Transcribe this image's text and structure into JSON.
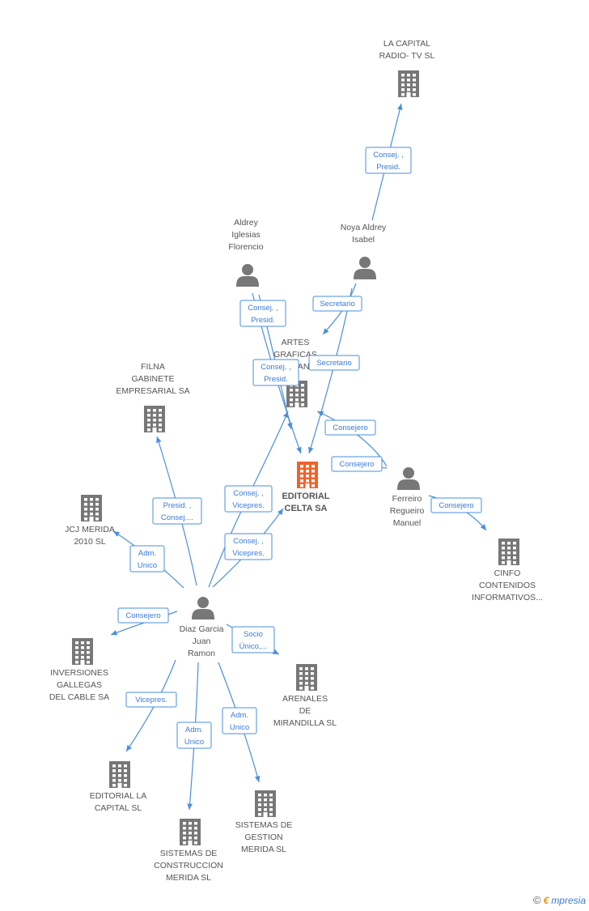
{
  "nodes": [
    {
      "id": "lacapital",
      "type": "company",
      "label": [
        "LA CAPITAL",
        "RADIO- TV SL"
      ]
    },
    {
      "id": "aldrey",
      "type": "person",
      "label": [
        "Aldrey",
        "Iglesias",
        "Florencio"
      ]
    },
    {
      "id": "noya",
      "type": "person",
      "label": [
        "Noya Aldrey",
        "Isabel"
      ]
    },
    {
      "id": "artes",
      "type": "company",
      "label": [
        "ARTES",
        "GRAFICAS",
        "ALDAN"
      ]
    },
    {
      "id": "filna",
      "type": "company",
      "label": [
        "FILNA",
        "GABINETE",
        "EMPRESARIAL SA"
      ]
    },
    {
      "id": "editorial",
      "type": "company",
      "highlight": true,
      "label": [
        "EDITORIAL",
        "CELTA SA"
      ]
    },
    {
      "id": "ferreiro",
      "type": "person",
      "label": [
        "Ferreiro",
        "Regueiro",
        "Manuel"
      ]
    },
    {
      "id": "jcj",
      "type": "company",
      "label": [
        "JCJ MERIDA",
        "2010 SL"
      ]
    },
    {
      "id": "cinfo",
      "type": "company",
      "label": [
        "CINFO",
        "CONTENIDOS",
        "INFORMATIVOS..."
      ]
    },
    {
      "id": "diaz",
      "type": "person",
      "label": [
        "Diaz Garcia",
        "Juan",
        "Ramon"
      ]
    },
    {
      "id": "inversiones",
      "type": "company",
      "label": [
        "INVERSIONES",
        "GALLEGAS",
        "DEL CABLE SA"
      ]
    },
    {
      "id": "arenales",
      "type": "company",
      "label": [
        "ARENALES",
        "DE",
        "MIRANDILLA SL"
      ]
    },
    {
      "id": "editorial_lacapital",
      "type": "company",
      "label": [
        "EDITORIAL LA",
        "CAPITAL SL"
      ]
    },
    {
      "id": "sistemas_construccion",
      "type": "company",
      "label": [
        "SISTEMAS DE",
        "CONSTRUCCION",
        "MERIDA SL"
      ]
    },
    {
      "id": "sistemas_gestion",
      "type": "company",
      "label": [
        "SISTEMAS DE",
        "GESTION",
        "MERIDA SL"
      ]
    }
  ],
  "edges": [
    {
      "from": "noya",
      "to": "lacapital",
      "label": [
        "Consej. ,",
        "Presid."
      ]
    },
    {
      "from": "aldrey",
      "to": "editorial",
      "label": [
        "Consej. ,",
        "Presid."
      ]
    },
    {
      "from": "noya",
      "to": "artes",
      "label": [
        "Secretario"
      ]
    },
    {
      "from": "aldrey",
      "to": "editorial",
      "label": [
        "Consej. ,",
        "Presid."
      ]
    },
    {
      "from": "noya",
      "to": "editorial",
      "label": [
        "Secretario"
      ]
    },
    {
      "from": "ferreiro",
      "to": "artes",
      "label": [
        "Consejero"
      ]
    },
    {
      "from": "ferreiro",
      "to": "editorial",
      "label": [
        "Consejero"
      ]
    },
    {
      "from": "ferreiro",
      "to": "cinfo",
      "label": [
        "Consejero"
      ]
    },
    {
      "from": "diaz",
      "to": "filna",
      "label": [
        "Presid. ,",
        "Consej...."
      ]
    },
    {
      "from": "diaz",
      "to": "artes",
      "label": [
        "Consej. ,",
        "Vicepres."
      ]
    },
    {
      "from": "diaz",
      "to": "editorial",
      "label": [
        "Consej. ,",
        "Vicepres."
      ]
    },
    {
      "from": "diaz",
      "to": "jcj",
      "label": [
        "Adm.",
        "Unico"
      ]
    },
    {
      "from": "diaz",
      "to": "inversiones",
      "label": [
        "Consejero"
      ]
    },
    {
      "from": "diaz",
      "to": "arenales",
      "label": [
        "Socio",
        "Único,..."
      ]
    },
    {
      "from": "diaz",
      "to": "editorial_lacapital",
      "label": [
        "Vicepres."
      ]
    },
    {
      "from": "diaz",
      "to": "sistemas_construccion",
      "label": [
        "Adm.",
        "Unico"
      ]
    },
    {
      "from": "diaz",
      "to": "sistemas_gestion",
      "label": [
        "Adm.",
        "Unico"
      ]
    }
  ],
  "footer": {
    "copyright": "©",
    "brand_initial": "€",
    "brand_rest": "mpresia"
  },
  "colors": {
    "edge": "#4a8fdc",
    "icon": "#777777",
    "highlight": "#f0622d"
  }
}
